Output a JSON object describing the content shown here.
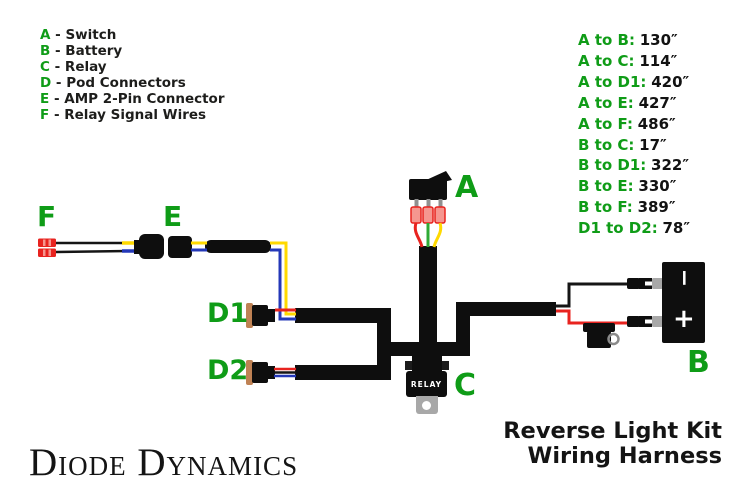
{
  "legend": {
    "items": [
      {
        "letter": "A",
        "text": "- Switch"
      },
      {
        "letter": "B",
        "text": "- Battery"
      },
      {
        "letter": "C",
        "text": "- Relay"
      },
      {
        "letter": "D",
        "text": "- Pod Connectors"
      },
      {
        "letter": "E",
        "text": "- AMP 2-Pin Connector"
      },
      {
        "letter": "F",
        "text": "- Relay Signal Wires"
      }
    ]
  },
  "measurements": {
    "items": [
      {
        "label": "A to B:",
        "value": "130″"
      },
      {
        "label": "A to C:",
        "value": "114″"
      },
      {
        "label": "A to D1:",
        "value": "420″"
      },
      {
        "label": "A to E:",
        "value": "427″"
      },
      {
        "label": "A to F:",
        "value": "486″"
      },
      {
        "label": "B to C:",
        "value": "17″"
      },
      {
        "label": "B to D1:",
        "value": "322″"
      },
      {
        "label": "B to E:",
        "value": "330″"
      },
      {
        "label": "B to F:",
        "value": "389″"
      },
      {
        "label": "D1 to D2:",
        "value": "78″"
      }
    ]
  },
  "diagram": {
    "labels": {
      "a": "A",
      "b": "B",
      "c": "C",
      "d1": "D1",
      "d2": "D2",
      "e": "E",
      "f": "F"
    },
    "relay_label": "RELAY",
    "battery": {
      "minus": "−",
      "plus": "+"
    }
  },
  "footer": {
    "logo": "Diode Dynamics",
    "title_line1": "Reverse Light Kit",
    "title_line2": "Wiring Harness"
  },
  "colors": {
    "green": "#0f9c17",
    "text_dark": "#1d1d1b",
    "harness_black": "#0e0e0e",
    "wire_red": "#e8231f",
    "wire_green": "#2faa35",
    "wire_yellow": "#ffd900",
    "wire_blue": "#2438b8",
    "connector_tan": "#bf8254",
    "metal_gray": "#999999",
    "spade_pink": "#f5968f"
  }
}
